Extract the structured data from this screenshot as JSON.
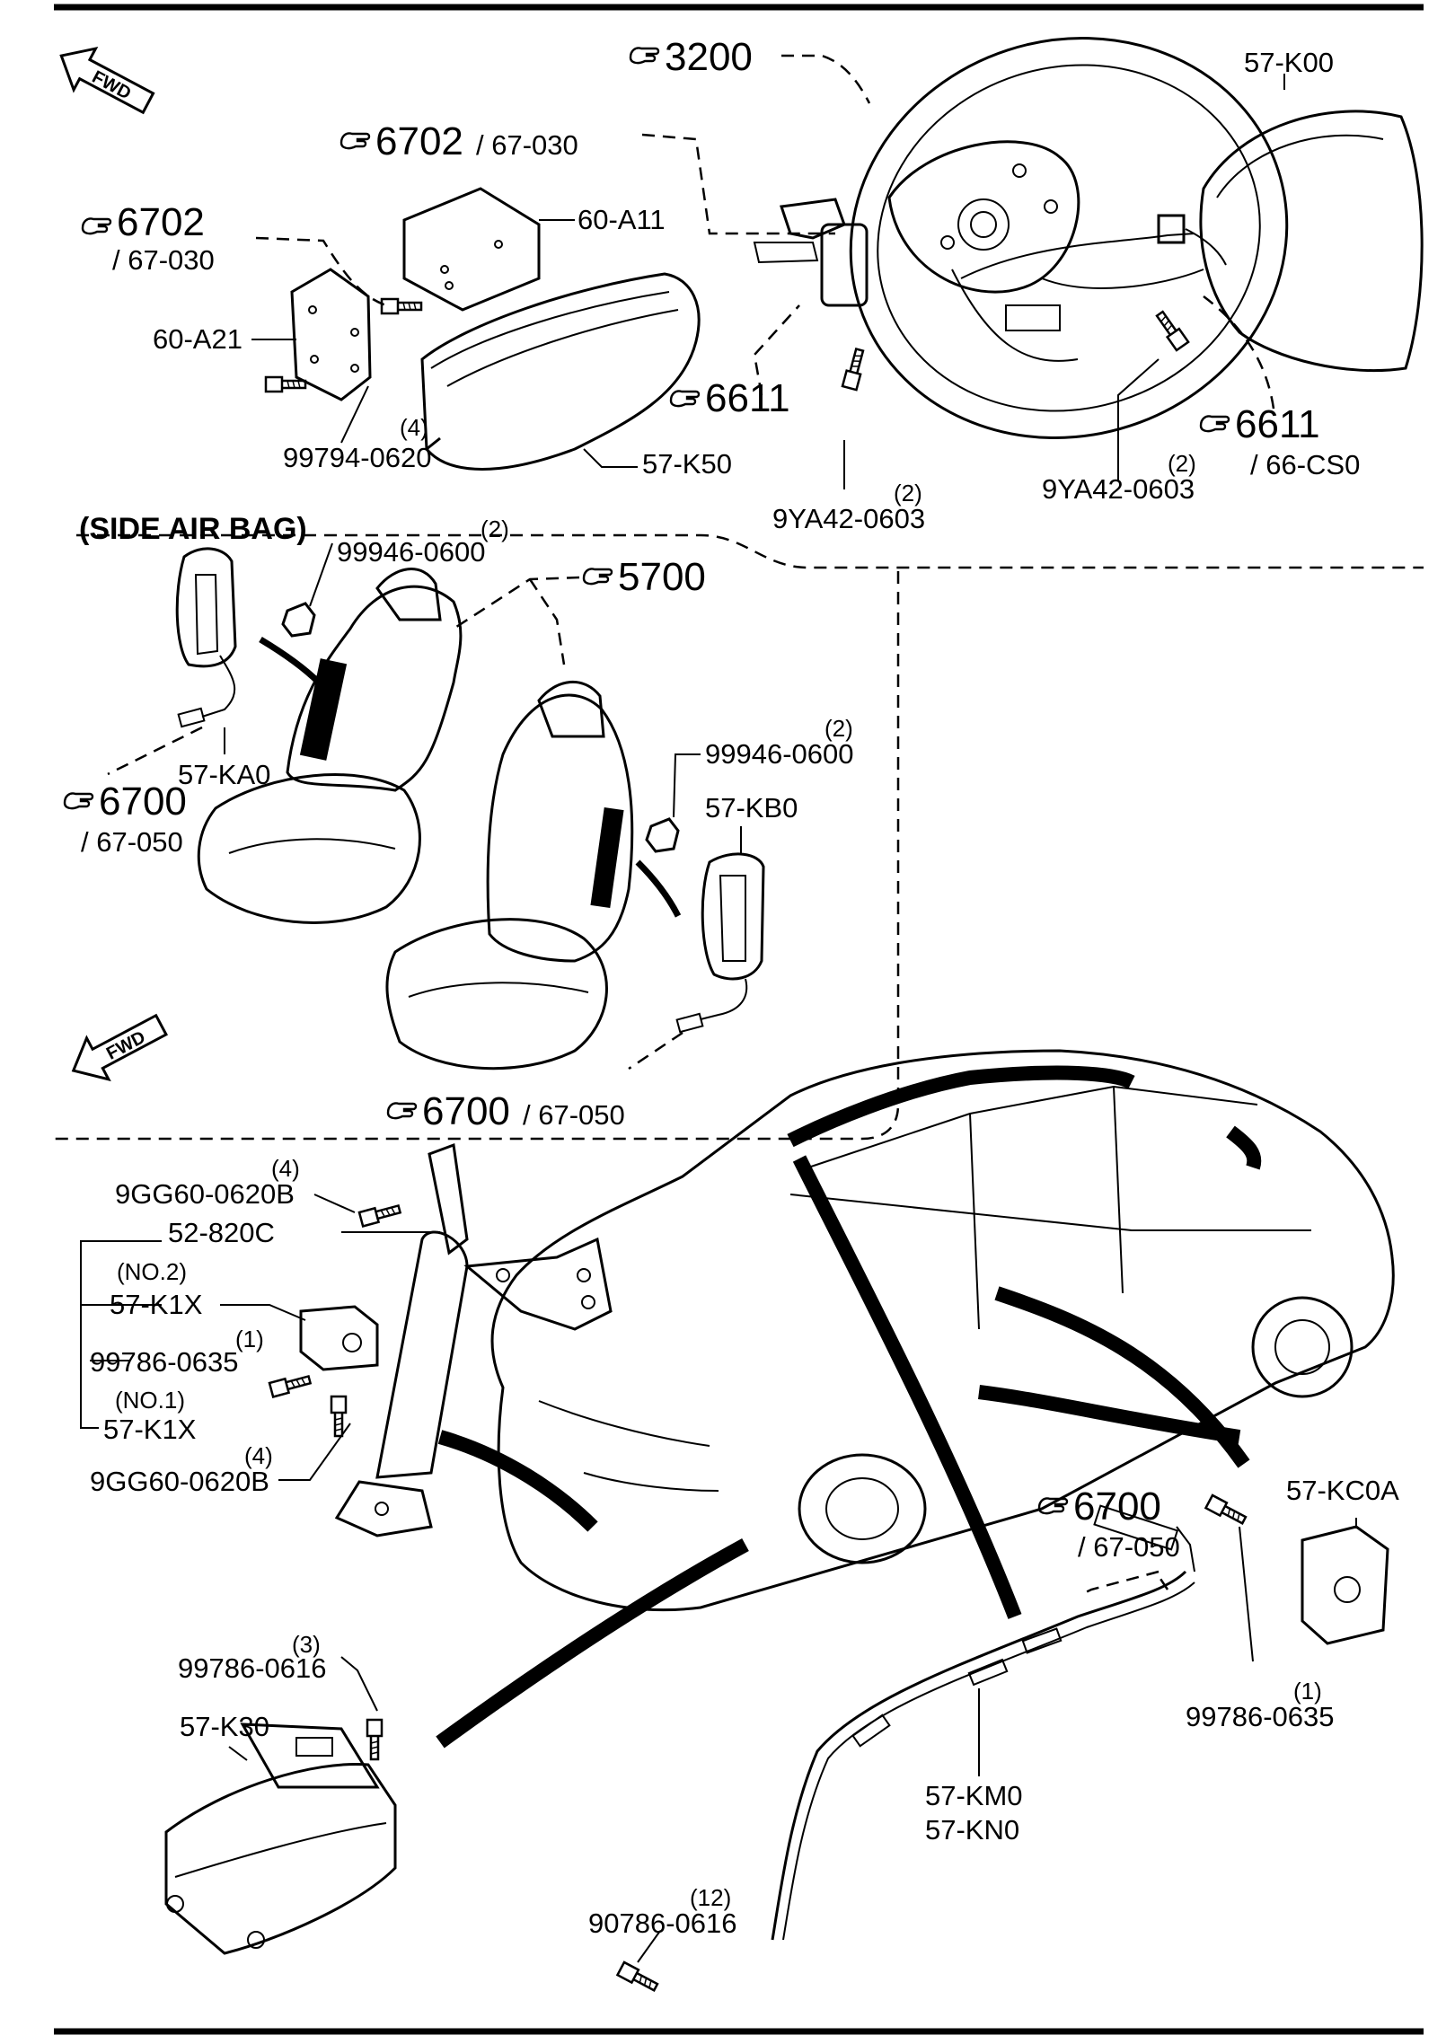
{
  "diagram": {
    "fwd_label": "FWD",
    "side_air_bag_heading": "(SIDE AIR BAG)",
    "refs": {
      "r3200": "3200",
      "r6702a": "6702",
      "r6702a_sub": "/ 67-030",
      "r6702b": "6702",
      "r6702b_sub": "/ 67-030",
      "r6611a": "6611",
      "r6611b": "6611",
      "r6611b_sub": "/ 66-CS0",
      "r5700": "5700",
      "r6700a": "6700",
      "r6700a_sub": "/ 67-050",
      "r6700b": "6700",
      "r6700b_sub": "/ 67-050",
      "r6700c": "6700",
      "r6700c_sub": "/ 67-050"
    },
    "parts": {
      "p57K00": "57-K00",
      "p60A11": "60-A11",
      "p60A21": "60-A21",
      "p99794": "99794-0620",
      "p99794_qty": "(4)",
      "p57K50": "57-K50",
      "p9YA42a": "9YA42-0603",
      "p9YA42a_qty": "(2)",
      "p9YA42b": "9YA42-0603",
      "p9YA42b_qty": "(2)",
      "p99946a": "99946-0600",
      "p99946a_qty": "(2)",
      "p99946b": "99946-0600",
      "p99946b_qty": "(2)",
      "p57KA0": "57-KA0",
      "p57KB0": "57-KB0",
      "p9GG60a": "9GG60-0620B",
      "p9GG60a_qty": "(4)",
      "p52820C": "52-820C",
      "p57K1Xa_tag": "(NO.2)",
      "p57K1Xa": "57-K1X",
      "p99786_0635a_qty": "(1)",
      "p99786_0635a": "99786-0635",
      "p57K1Xb_tag": "(NO.1)",
      "p57K1Xb": "57-K1X",
      "p9GG60b_qty": "(4)",
      "p9GG60b": "9GG60-0620B",
      "p57KC0A": "57-KC0A",
      "p99786_0635b_qty": "(1)",
      "p99786_0635b": "99786-0635",
      "p99786_0616_qty": "(3)",
      "p99786_0616": "99786-0616",
      "p57K30": "57-K30",
      "p57KM0": "57-KM0",
      "p57KN0": "57-KN0",
      "p90786_qty": "(12)",
      "p90786": "90786-0616"
    }
  }
}
